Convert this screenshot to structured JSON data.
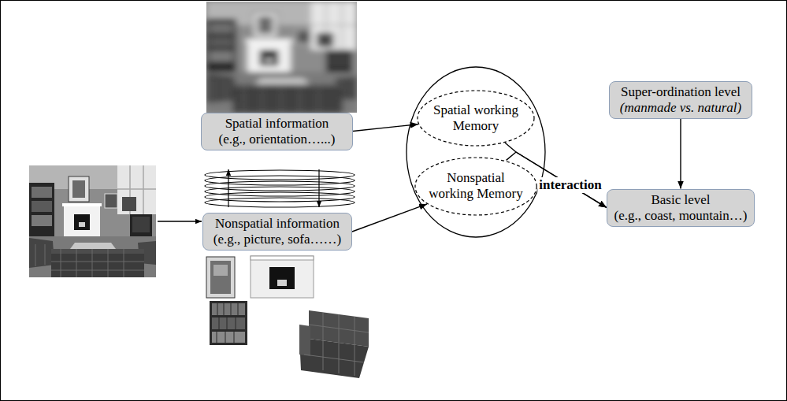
{
  "diagram": {
    "nodes": [
      {
        "text": [
          "Spatial information",
          "(e.g., orientation…...)"
        ]
      },
      {
        "text": [
          "Nonspatial information",
          "(e.g., picture, sofa……)"
        ]
      },
      {
        "text": [
          "Spatial working Memory"
        ]
      },
      {
        "text": [
          "Nonspatial working Memory"
        ]
      },
      {
        "text": [
          "Super-ordination level",
          "(manmade vs. natural)"
        ]
      },
      {
        "text": [
          "Basic level",
          "(e.g., coast, mountain…)"
        ]
      }
    ],
    "edges": [
      {
        "from": 0,
        "to": 2,
        "arrow": "to"
      },
      {
        "from": 1,
        "to": 3,
        "arrow": "to"
      },
      {
        "from": 2,
        "to": 5,
        "label": "interaction",
        "arrow": "to"
      },
      {
        "from": 3,
        "to": 5,
        "arrow": "to"
      },
      {
        "from": 4,
        "to": 5,
        "arrow": "to"
      }
    ]
  }
}
